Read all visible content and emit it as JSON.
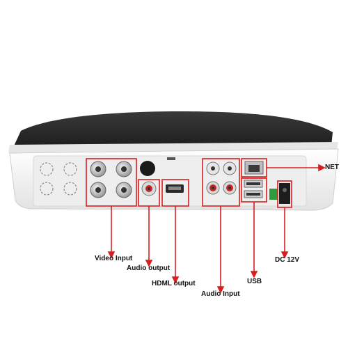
{
  "labels": {
    "net": "NET",
    "video_input": "Video Input",
    "audio_output": "Audio output",
    "hdml_output": "HDML output",
    "audio_input": "Audio Input",
    "usb": "USB",
    "dc": "DC 12V"
  },
  "colors": {
    "callout": "#d81e1e",
    "lid": "#2b2b2b",
    "body": "#f3f3f3",
    "panel": "#ececec"
  }
}
